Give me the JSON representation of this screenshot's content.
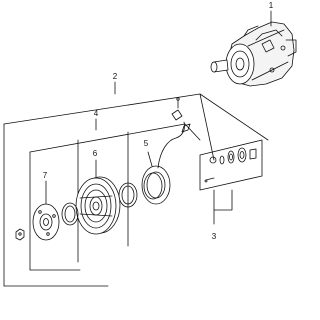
{
  "callouts": [
    {
      "id": "1",
      "part": "compressor"
    },
    {
      "id": "2",
      "part": "clutch-assembly"
    },
    {
      "id": "3",
      "part": "shaft-seal-kit"
    },
    {
      "id": "4",
      "part": "clutch-set"
    },
    {
      "id": "5",
      "part": "field-coil"
    },
    {
      "id": "6",
      "part": "pulley"
    },
    {
      "id": "7",
      "part": "armature-plate"
    }
  ],
  "colors": {
    "line": "#111111",
    "background": "#ffffff",
    "fill": "#f4f4f4"
  }
}
